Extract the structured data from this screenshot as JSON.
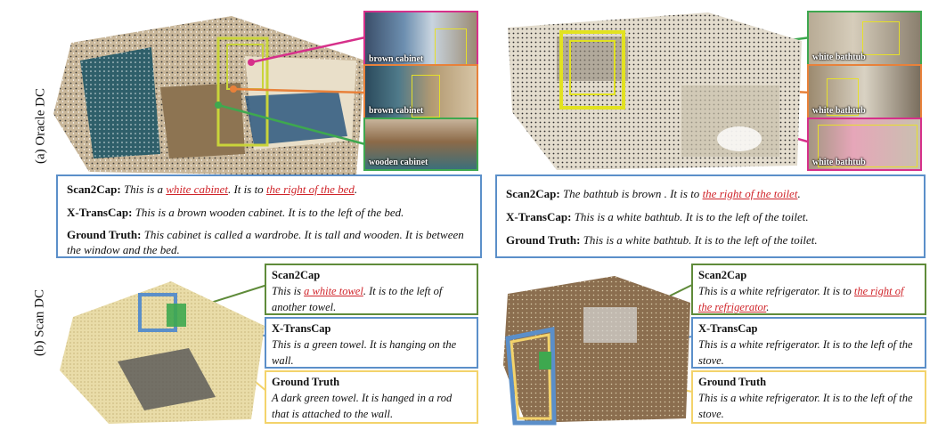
{
  "row_labels": {
    "oracle": "(a) Oracle DC",
    "scan": "(b) Scan DC"
  },
  "colors": {
    "magenta": "#d6308a",
    "orange": "#e8813a",
    "green": "#3ea84f",
    "blue": "#5b8fc9",
    "dark_green": "#5f8b3a",
    "yellow": "#f3d36b"
  },
  "top_left": {
    "thumbs": [
      "brown cabinet",
      "brown cabinet",
      "wooden cabinet"
    ],
    "scan2cap_label": "Scan2Cap:",
    "scan2cap_pre": "This is a ",
    "scan2cap_err1": "white cabinet",
    "scan2cap_mid": ". It is to ",
    "scan2cap_err2": "the right of the bed",
    "scan2cap_post": ".",
    "xtrans_label": "X-TransCap:",
    "xtrans_text": "This is a brown wooden cabinet. It is to the left of the bed.",
    "gt_label": "Ground Truth:",
    "gt_text": "This cabinet is called a wardrobe. It is tall and wooden. It is between the window and the bed."
  },
  "top_right": {
    "thumbs": [
      "white bathtub",
      "white bathtub",
      "white bathtub"
    ],
    "scan2cap_label": "Scan2Cap:",
    "scan2cap_pre": "The bathtub is brown . It is to ",
    "scan2cap_err": "the right of the toilet",
    "scan2cap_post": ".",
    "xtrans_label": "X-TransCap:",
    "xtrans_text": "This is a white bathtub. It is to the left of the toilet.",
    "gt_label": "Ground Truth:",
    "gt_text": "This is a white bathtub. It is to the left of the toilet."
  },
  "bottom_left": {
    "scan2cap_head": "Scan2Cap",
    "scan2cap_pre": "This is ",
    "scan2cap_err": "a white towel",
    "scan2cap_post": ". It is to the left of another towel.",
    "xtrans_head": "X-TransCap",
    "xtrans_text": "This is a green towel. It is hanging on the wall.",
    "gt_head": "Ground Truth",
    "gt_text": "A dark green towel. It is hanged in a rod that is attached to the wall."
  },
  "bottom_right": {
    "scan2cap_head": "Scan2Cap",
    "scan2cap_pre": "This is a white refrigerator. It is to ",
    "scan2cap_err": "the right of the refrigerator",
    "scan2cap_post": ".",
    "xtrans_head": "X-TransCap",
    "xtrans_text": "This is a white refrigerator. It is to the left of the stove.",
    "gt_head": "Ground Truth",
    "gt_text": "This is a white refrigerator. It is to the left of the stove."
  }
}
